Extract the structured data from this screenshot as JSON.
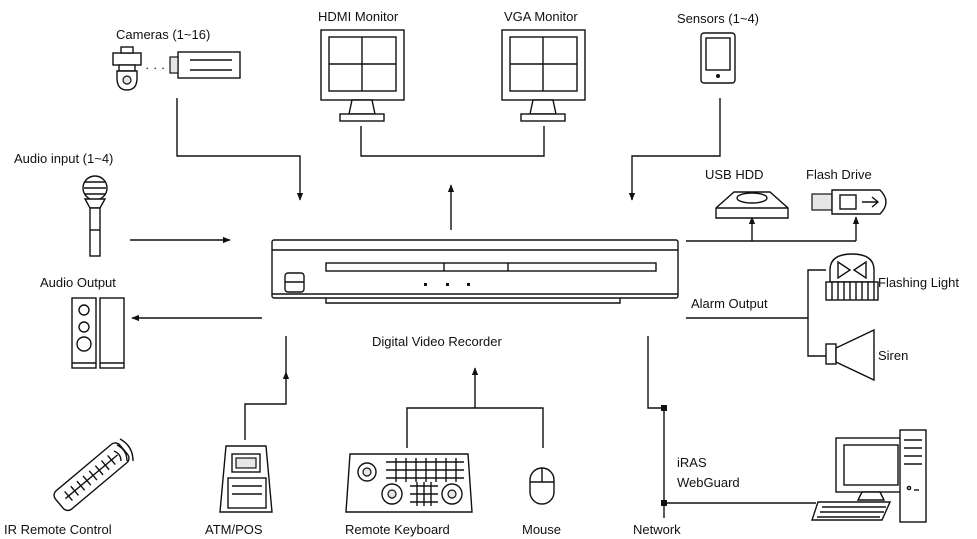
{
  "labels": {
    "cameras": "Cameras (1~16)",
    "hdmi_monitor": "HDMI Monitor",
    "vga_monitor": "VGA Monitor",
    "sensors": "Sensors (1~4)",
    "audio_input": "Audio input (1~4)",
    "usb_hdd": "USB HDD",
    "flash_drive": "Flash Drive",
    "audio_output": "Audio Output",
    "alarm_output": "Alarm Output",
    "flashing_light": "Flashing Light",
    "siren": "Siren",
    "dvr": "Digital Video Recorder",
    "iras": "iRAS",
    "webguard": "WebGuard",
    "ir_remote": "IR Remote Control",
    "atm_pos": "ATM/POS",
    "remote_keyboard": "Remote Keyboard",
    "mouse": "Mouse",
    "network": "Network",
    "ellipsis": "· · ·"
  }
}
